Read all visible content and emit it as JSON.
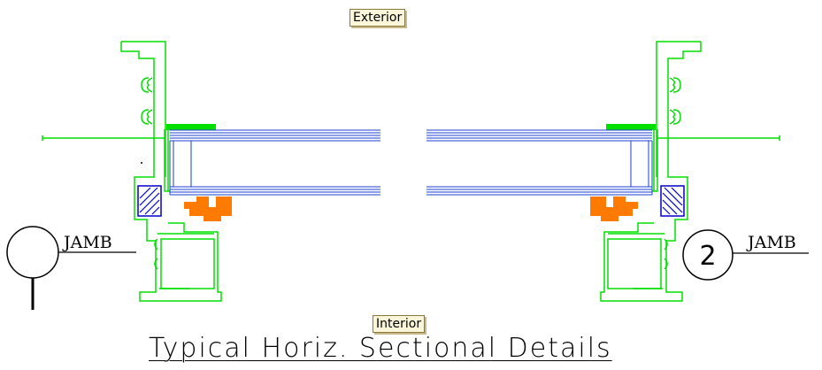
{
  "labels": {
    "exterior": "Exterior",
    "interior": "Interior",
    "title": "Typical Horiz. Sectional Details"
  },
  "callouts": {
    "left": {
      "number": "",
      "text": "JAMB"
    },
    "right": {
      "number": "2",
      "text": "JAMB"
    }
  },
  "colors": {
    "frame": "#00e000",
    "glass": "#1a3fd0",
    "gasket": "#ff7a00",
    "hatch": "#0000cc"
  }
}
